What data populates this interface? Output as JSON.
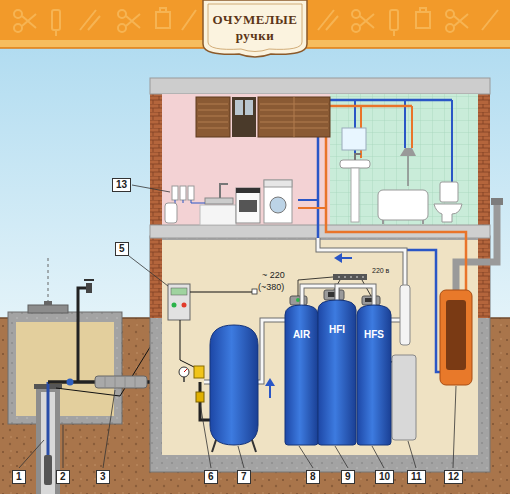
{
  "diagram": {
    "nodes": [
      {
        "text": [
          "ОЧУМЕЛЫЕ ручки"
        ]
      },
      {
        "text": [
          "AIR"
        ]
      },
      {
        "text": [
          "HFI"
        ]
      },
      {
        "text": [
          "HFS"
        ]
      }
    ],
    "edges": [
      {
        "from": 1,
        "to": 2,
        "arrow": "none"
      },
      {
        "from": 2,
        "to": 3,
        "arrow": "none"
      }
    ],
    "labels": [
      "13",
      "5",
      "~ 220",
      "(~380)",
      "220 в",
      "1",
      "2",
      "3",
      "6",
      "7",
      "8",
      "9",
      "10",
      "11",
      "12"
    ]
  }
}
